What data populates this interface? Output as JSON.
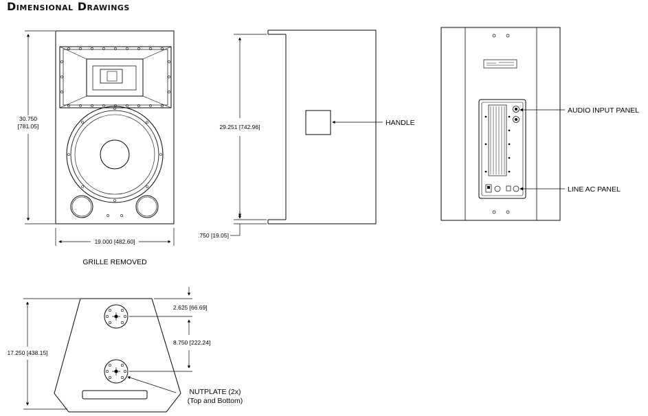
{
  "title": "Dimensional Drawings",
  "front_view": {
    "height_dim": "30.750",
    "height_dim_mm": "[781.05]",
    "width_dim": "19.000 [482.60]",
    "caption": "GRILLE REMOVED"
  },
  "side_view": {
    "height_dim": "29.251 [742.96]",
    "offset_dim": ".750 [19.05]",
    "handle_label": "HANDLE"
  },
  "rear_view": {
    "audio_input_label": "AUDIO INPUT PANEL",
    "line_ac_label": "LINE AC PANEL"
  },
  "top_view": {
    "depth_dim": "17.250 [438.15]",
    "top_offset_dim": "2.625 [66.69]",
    "spacing_dim": "8.750 [222.24]",
    "nutplate_label": "NUTPLATE (2x)",
    "nutplate_note": "(Top and Bottom)"
  }
}
